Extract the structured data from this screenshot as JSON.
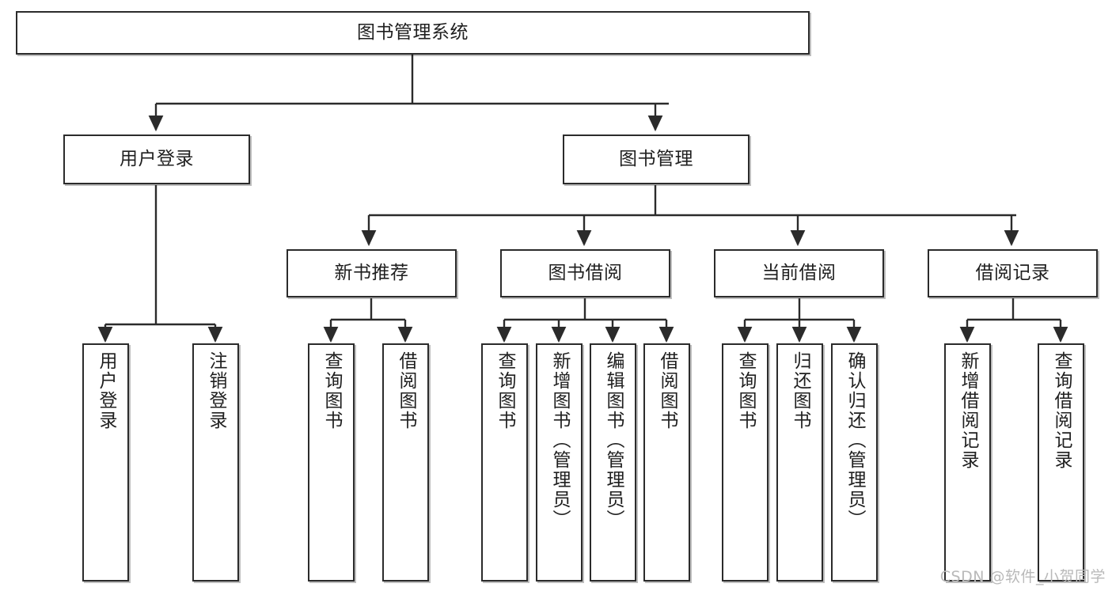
{
  "diagram": {
    "title": "图书管理系统",
    "watermark": "CSDN @软件_小贺同学",
    "nodes": {
      "root": {
        "label": "图书管理系统"
      },
      "level2": [
        {
          "id": "user-login",
          "label": "用户登录"
        },
        {
          "id": "book-management",
          "label": "图书管理"
        }
      ],
      "level3": [
        {
          "id": "new-book-recommend",
          "label": "新书推荐"
        },
        {
          "id": "book-borrow",
          "label": "图书借阅"
        },
        {
          "id": "current-borrow",
          "label": "当前借阅"
        },
        {
          "id": "borrow-record",
          "label": "借阅记录"
        }
      ],
      "leaves": [
        {
          "id": "leaf-user-login",
          "parent": "user-login",
          "label": "用户登录"
        },
        {
          "id": "leaf-logout-login",
          "parent": "user-login",
          "label": "注销登录"
        },
        {
          "id": "leaf-query-book-1",
          "parent": "new-book-recommend",
          "label": "查询图书"
        },
        {
          "id": "leaf-borrow-book-1",
          "parent": "new-book-recommend",
          "label": "借阅图书"
        },
        {
          "id": "leaf-query-book-2",
          "parent": "book-borrow",
          "label": "查询图书"
        },
        {
          "id": "leaf-add-book-admin",
          "parent": "book-borrow",
          "label": "新增图书（管理员）"
        },
        {
          "id": "leaf-edit-book-admin",
          "parent": "book-borrow",
          "label": "编辑图书（管理员）"
        },
        {
          "id": "leaf-borrow-book-2",
          "parent": "book-borrow",
          "label": "借阅图书"
        },
        {
          "id": "leaf-query-book-3",
          "parent": "current-borrow",
          "label": "查询图书"
        },
        {
          "id": "leaf-return-book",
          "parent": "current-borrow",
          "label": "归还图书"
        },
        {
          "id": "leaf-confirm-return-admin",
          "parent": "current-borrow",
          "label": "确认归还（管理员）"
        },
        {
          "id": "leaf-add-borrow-record",
          "parent": "borrow-record",
          "label": "新增借阅记录"
        },
        {
          "id": "leaf-query-borrow-record",
          "parent": "borrow-record",
          "label": "查询借阅记录"
        }
      ]
    },
    "colors": {
      "stroke": "#2b2b2b",
      "text": "#1f1f1f",
      "background": "#ffffff",
      "watermark": "#b9b9b9"
    }
  }
}
